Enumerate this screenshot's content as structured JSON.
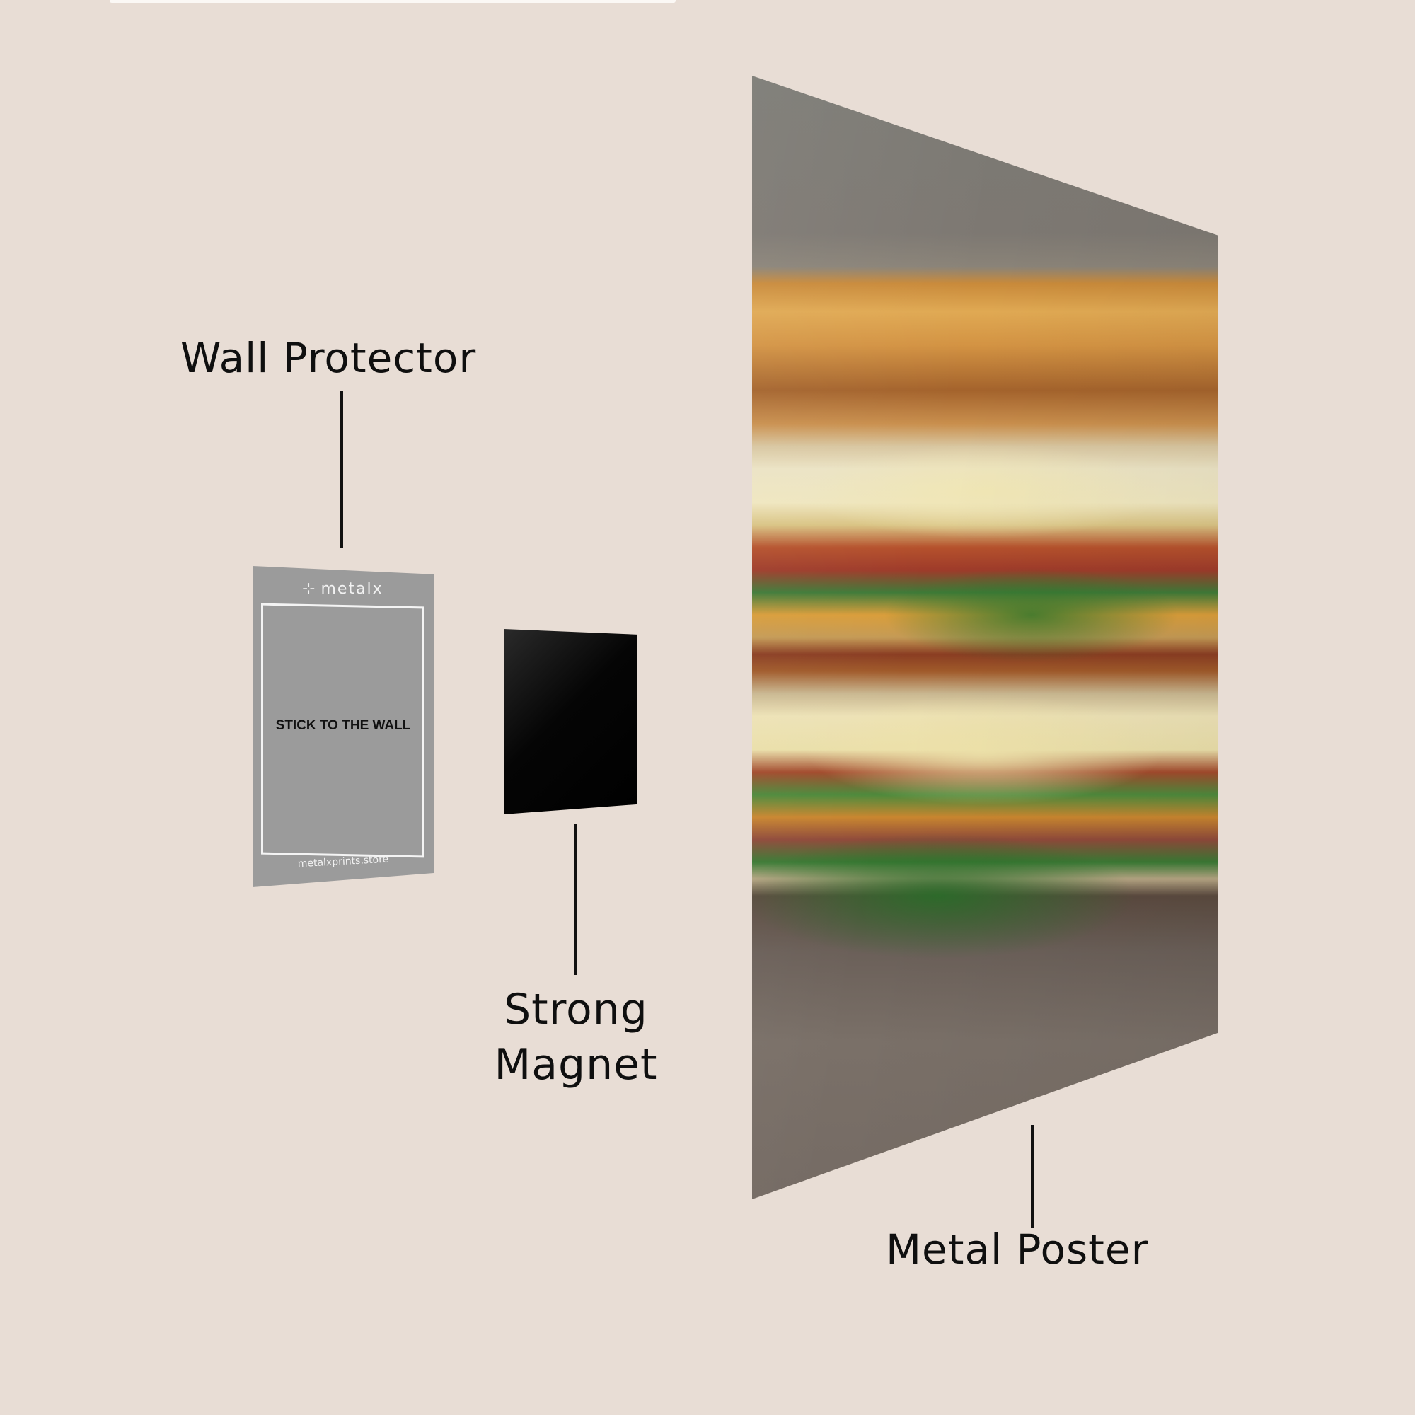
{
  "diagram": {
    "background_color": "#E8DDD5",
    "labels": {
      "wall_protector": "Wall Protector",
      "strong_magnet": "Strong Magnet",
      "strong_magnet_line1": "Strong",
      "strong_magnet_line2": "Magnet",
      "metal_poster": "Metal Poster"
    },
    "wall_protector_card": {
      "brand_logo": "metalx",
      "brand_mark_icon": "metalx-logo-icon",
      "instruction": "STICK TO THE WALL",
      "website": "metalxprints.store",
      "color": "#9B9B9B"
    },
    "magnet": {
      "color": "#000000"
    },
    "metal_poster": {
      "image_subject": "Close-up of a grilled cheese sandwich with melted cheese, bacon and arugula"
    }
  }
}
